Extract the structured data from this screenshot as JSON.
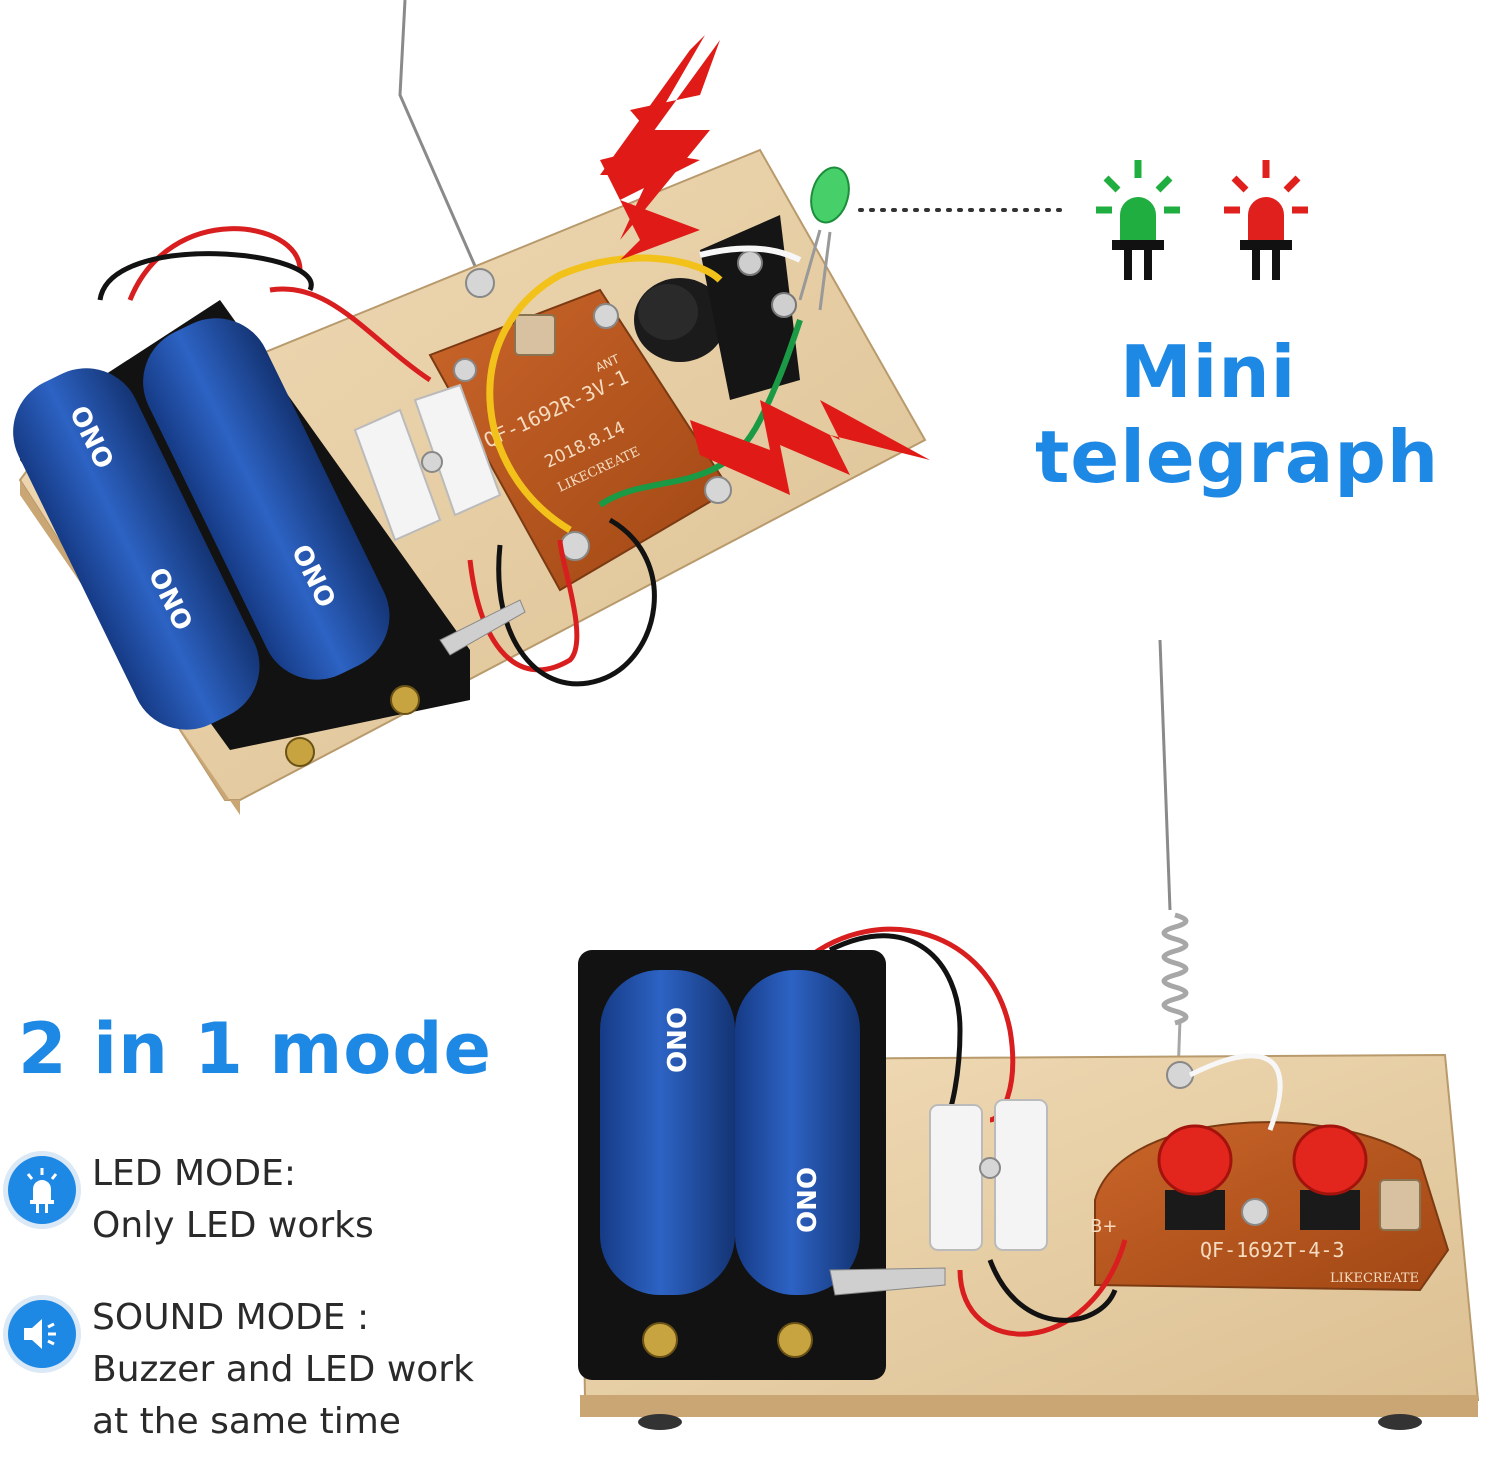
{
  "headline": {
    "line1": "Mini",
    "line2": "telegraph"
  },
  "mode_title": "2 in 1 mode",
  "modes": [
    {
      "title": "LED MODE:",
      "lines": [
        "Only LED works"
      ],
      "icon": "led-icon"
    },
    {
      "title": "SOUND MODE :",
      "lines": [
        "Buzzer and LED work",
        "at the same time"
      ],
      "icon": "speaker-icon"
    }
  ],
  "pcb_labels": {
    "receiver_model": "QF-1692R-3V-1",
    "receiver_date": "2018.8.14",
    "receiver_ant": "ANT",
    "transmitter_model": "QF-1692T-4-3",
    "transmitter_bplus": "B+",
    "brand": "LIKECREATE",
    "battery_brand": "ONO"
  },
  "colors": {
    "accent_blue": "#1e88e5",
    "led_green": "#1fae3f",
    "led_red": "#e0201c",
    "lightning_red": "#e01b17",
    "wood": "#e8d0a8",
    "pcb": "#b8541c",
    "battery_blue": "#1f4fa8"
  }
}
